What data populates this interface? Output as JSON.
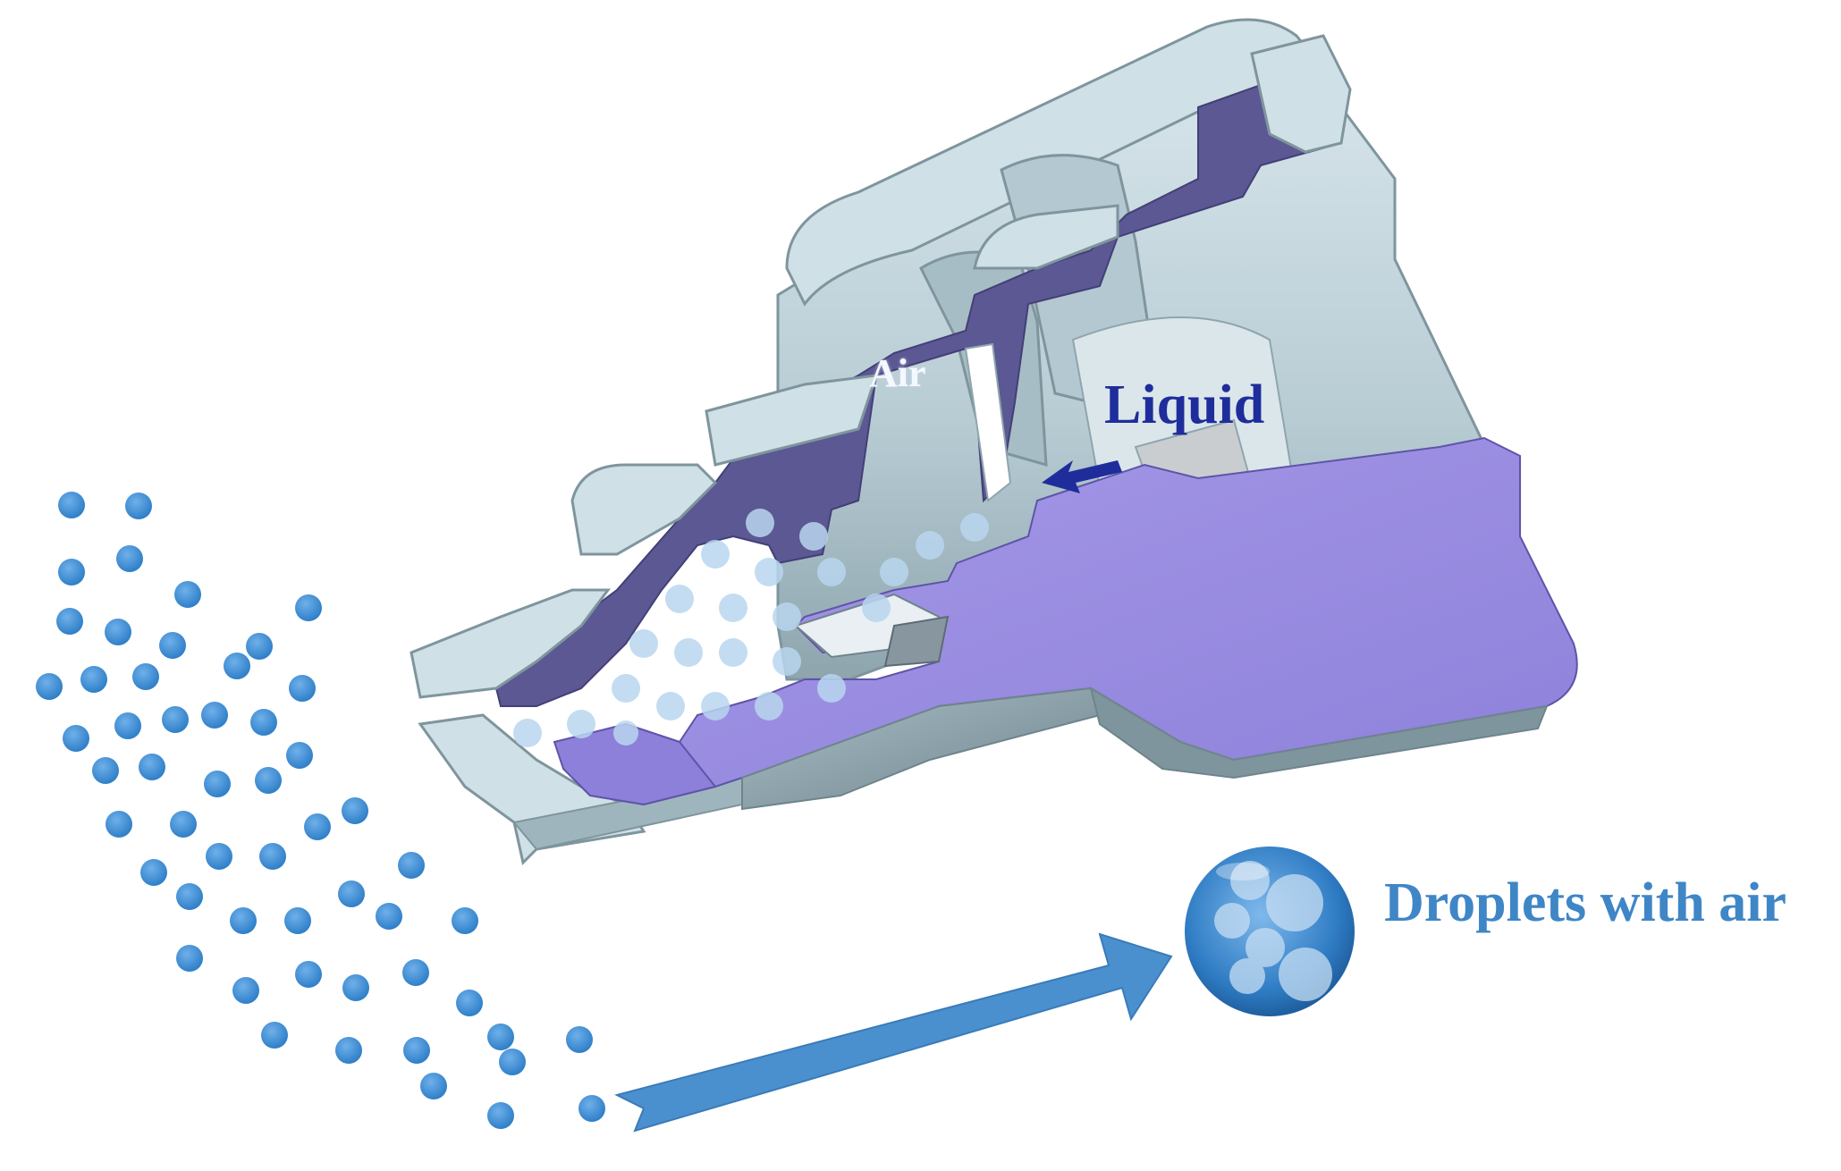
{
  "labels": {
    "air": "Air",
    "liquid": "Liquid",
    "droplets": "Droplets with air"
  },
  "colors": {
    "metal_light": "#c9dde4",
    "metal_mid": "#9fb7bf",
    "metal_dark": "#6f848c",
    "section_dark": "#5b5893",
    "section_light": "#9a8fe2",
    "droplet": "#3f8fd6",
    "droplet_inner": "#a9cdef",
    "arrow": "#4a90cf",
    "liquid_arrow": "#1f2d9c"
  }
}
